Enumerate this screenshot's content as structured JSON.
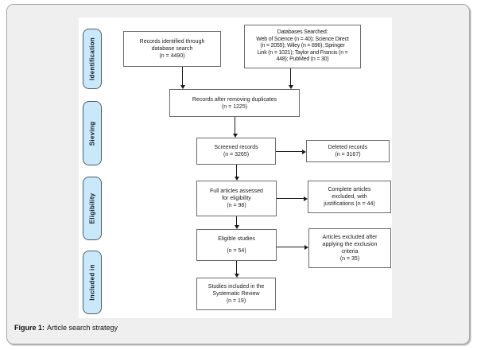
{
  "figure": {
    "caption_label": "Figure 1:",
    "caption_text": "Article search strategy"
  },
  "stages": [
    {
      "label": "Identification"
    },
    {
      "label": "Sieving"
    },
    {
      "label": "Eligibility"
    },
    {
      "label": "Included in"
    }
  ],
  "flowchart": {
    "records_identified": [
      "Records identified through",
      "database search",
      "(n = 4490)"
    ],
    "databases_searched": [
      "Databases Searched:",
      "Web of Science (n = 40); Science Direct",
      "(n = 2055); Wiley (n = 896); Springer",
      "Link (n = 1021); Taylor and Francis (n =",
      "448); PubMed (n = 30)"
    ],
    "after_duplicates": [
      "Records after removing duplicates",
      "(n = 1225)"
    ],
    "screened": [
      "Screened records",
      "(n = 3265)"
    ],
    "deleted": [
      "Deleted records",
      "(n = 3167)"
    ],
    "full_articles": [
      "Full articles assessed",
      "for eligibility",
      "(n = 98)"
    ],
    "complete_excluded": [
      "Complete articles",
      "excluded, with",
      "justifications (n = 44)"
    ],
    "eligible": [
      "Eligible studies",
      "(n = 54)"
    ],
    "excluded_after": [
      "Articles excluded after",
      "applying the exclusion",
      "criteria",
      "(n = 35)"
    ],
    "included_review": [
      "Studies included in the",
      "Systematic Review",
      "(n = 19)"
    ]
  },
  "colors": {
    "stage_fill": "#c9e9fa",
    "stage_border": "#4f5b66",
    "box_border": "#6b6b6b",
    "panel_fill": "#efefef",
    "panel_border": "#a6a6a6",
    "arrow": "#1a1a1a",
    "text": "#1a1a1a"
  }
}
